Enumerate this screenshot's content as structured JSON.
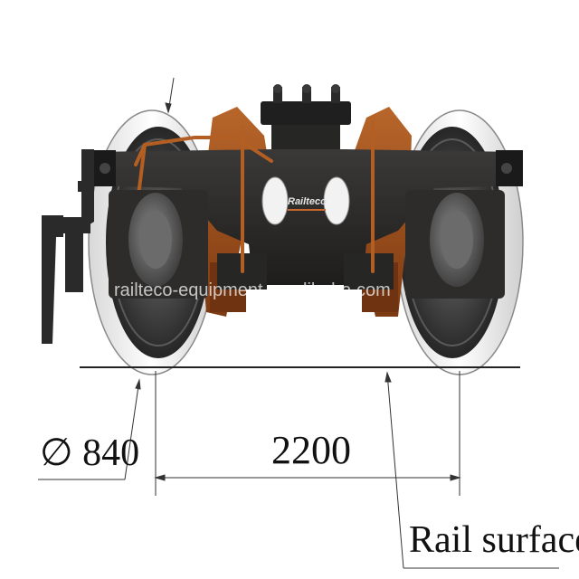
{
  "drawing": {
    "wheel_diameter_label": "∅ 840",
    "wheelbase_label": "2200",
    "rail_surface_label": "Rail surface"
  },
  "branding": {
    "frame_logo": "Railteco",
    "watermark": "railteco-equipment.en.alibaba.com"
  },
  "colors": {
    "frame": "#2b2a29",
    "wheel_tread": "#f4f4f4",
    "wheel_disc": "#3a3a3a",
    "bolster_accent": "#a6531c",
    "dimension_line": "#333333"
  }
}
